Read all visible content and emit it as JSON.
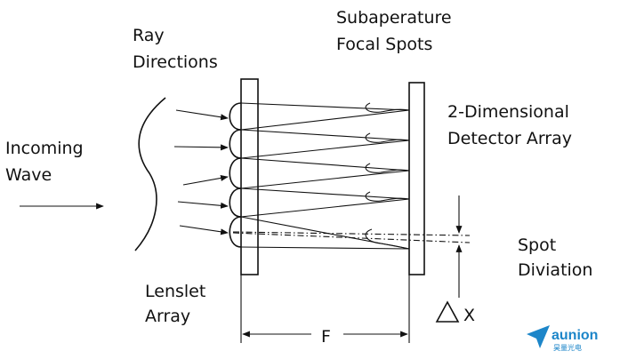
{
  "labels": {
    "ray_directions": [
      "Ray",
      "Directions"
    ],
    "subaperture_focal_spots": [
      "Subaperature",
      "Focal Spots"
    ],
    "detector_array": [
      "2-Dimensional",
      "Detector Array"
    ],
    "incoming_wave": [
      "Incoming",
      "Wave"
    ],
    "lenslet_array": [
      "Lenslet",
      "Array"
    ],
    "spot_deviation": [
      "Spot",
      "Diviation"
    ],
    "delta_x": "X",
    "focal_length": "F"
  },
  "logo": {
    "name": "aunion",
    "sub": "昊量光电",
    "color": "#1d86c9"
  },
  "colors": {
    "ink": "#111111",
    "background": "#ffffff"
  }
}
